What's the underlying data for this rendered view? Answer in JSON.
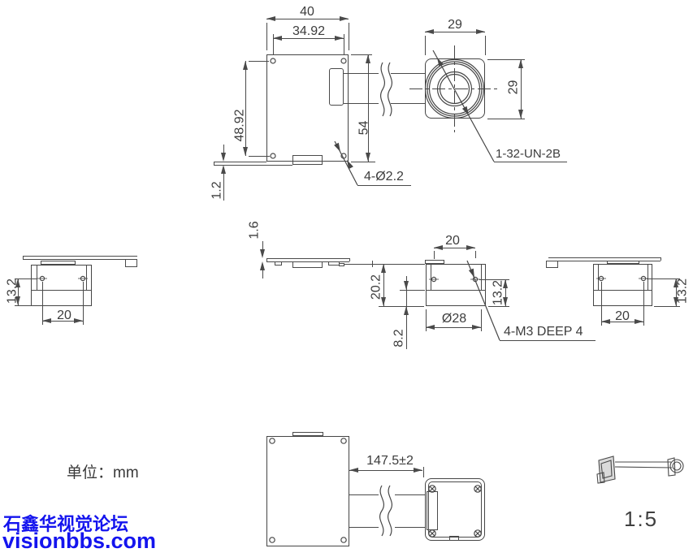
{
  "drawing": {
    "units_note": "单位：mm",
    "scale_note": "1:5",
    "views": {
      "pcb_top": {
        "width": "40",
        "hole_pitch_x": "34.92",
        "hole_pitch_y": "48.92",
        "height": "54",
        "flex_thickness": "1.2",
        "hole_callout": "4-Ø2.2"
      },
      "head_front": {
        "width": "29",
        "height": "29",
        "thread_callout": "1-32-UN-2B"
      },
      "head_side_left": {
        "hole_to_base": "13.2",
        "hole_pitch": "20"
      },
      "pcb_side": {
        "thickness": "1.6"
      },
      "head_side_center": {
        "hole_pitch": "20",
        "overall_height": "20.2",
        "barrel_height": "8.2",
        "hole_to_base": "13.2",
        "barrel_diameter": "Ø28",
        "screw_callout": "4-M3 DEEP 4"
      },
      "head_side_right": {
        "hole_to_base": "13.2",
        "hole_pitch": "20"
      },
      "assembly_rear": {
        "cable_length": "147.5±2"
      }
    }
  },
  "watermark": {
    "forum_name": "石鑫华视觉论坛",
    "site_url": "visionbbs.com"
  },
  "colors": {
    "line": "#4a4a4a",
    "text": "#3c3c3c",
    "watermark_blue": "#1414ee"
  }
}
